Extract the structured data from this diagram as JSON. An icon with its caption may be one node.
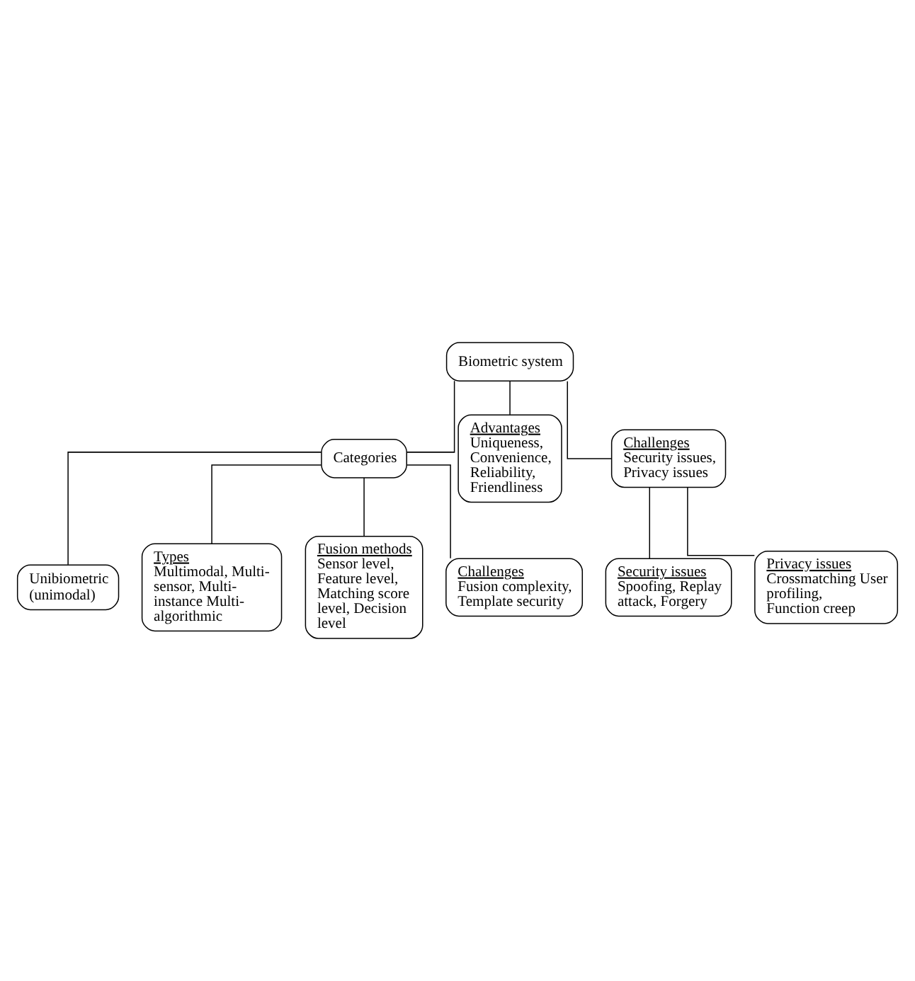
{
  "diagram": {
    "nodes": [
      {
        "text": [
          "Biometric system"
        ]
      },
      {
        "text": [
          "Categories"
        ]
      },
      {
        "text": [
          "Advantages",
          "Uniqueness, Convenience, Reliability, Friendliness"
        ]
      },
      {
        "text": [
          "Challenges",
          "Security issues, Privacy issues"
        ]
      },
      {
        "text": [
          "Unibiometric (unimodal)"
        ]
      },
      {
        "text": [
          "Security issues",
          "Spoofing, Replay attack, Forgery"
        ]
      },
      {
        "text": [
          "Privacy issues",
          "Crossmatching User profiling, Function creep"
        ]
      },
      {
        "text": [
          "Types",
          "Multimodal, Multi-sensor, Multi-instance Multi-algorithmic"
        ]
      },
      {
        "text": [
          "Fusion methods",
          "Sensor level, Feature level, Matching score level, Decision level"
        ]
      },
      {
        "text": [
          "Challenges",
          "Fusion complexity, Template security"
        ]
      }
    ],
    "edges": [
      {
        "from": 0,
        "to": 1,
        "arrow": "none"
      },
      {
        "from": 0,
        "to": 2,
        "arrow": "none"
      },
      {
        "from": 0,
        "to": 3,
        "arrow": "none"
      },
      {
        "from": 1,
        "to": 4,
        "arrow": "none"
      },
      {
        "from": 3,
        "to": 5,
        "arrow": "none"
      },
      {
        "from": 3,
        "to": 6,
        "arrow": "none"
      },
      {
        "from": 1,
        "to": 7,
        "arrow": "none"
      },
      {
        "from": 1,
        "to": 8,
        "arrow": "none"
      },
      {
        "from": 1,
        "to": 9,
        "arrow": "none"
      }
    ]
  }
}
